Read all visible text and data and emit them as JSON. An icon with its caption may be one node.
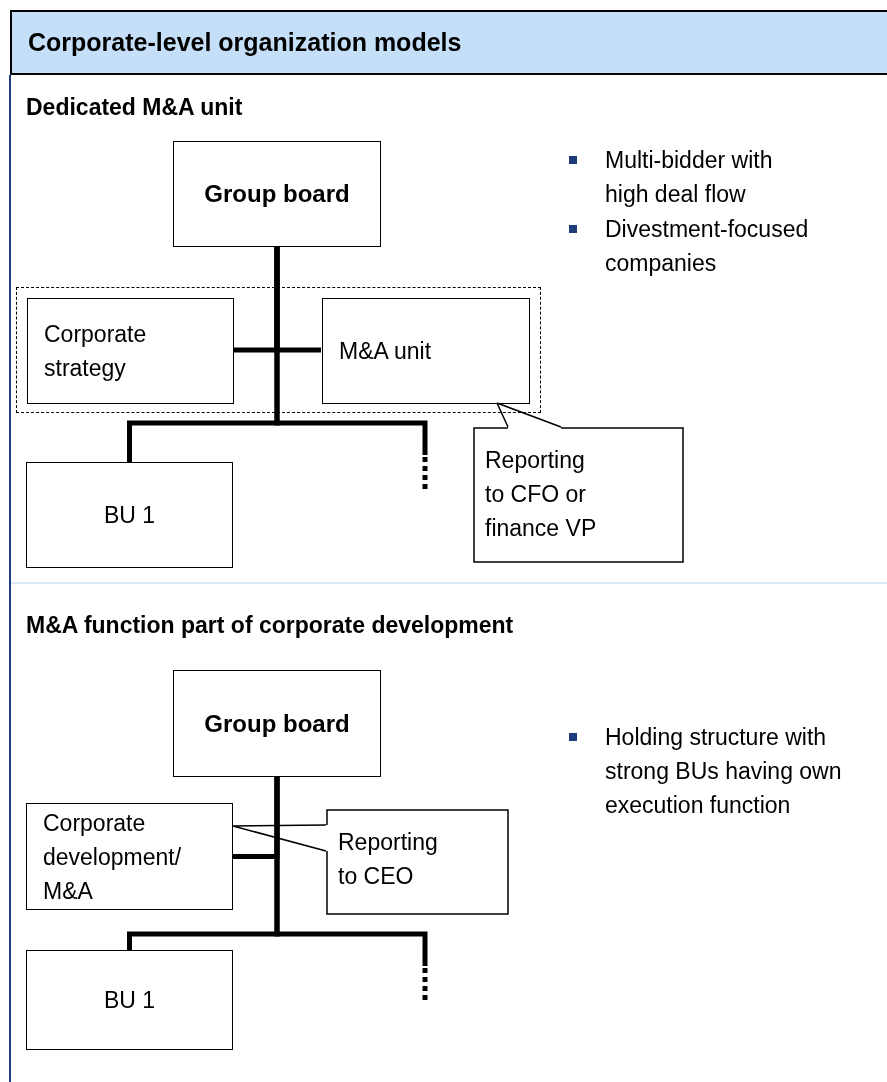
{
  "diagram": {
    "title": "Corporate-level organization models",
    "nodes": [
      {
        "text": [
          "Group board"
        ]
      },
      {
        "text": [],
        "shape": "box"
      },
      {
        "text": [
          "Corporate strategy"
        ],
        "in": 1
      },
      {
        "text": [
          "M&A unit"
        ],
        "in": 1
      },
      {
        "text": [
          "BU 1"
        ]
      },
      {
        "text": [
          "Reporting to CFO or finance VP"
        ]
      },
      {
        "text": [
          "Group board"
        ]
      },
      {
        "text": [
          "Corporate development/ M&A"
        ]
      },
      {
        "text": [
          "BU 1"
        ]
      },
      {
        "text": [
          "Reporting to CEO"
        ]
      }
    ],
    "edges": [
      {
        "from": 0,
        "to": 2,
        "arrow": "none"
      },
      {
        "from": 0,
        "to": 3,
        "arrow": "none"
      },
      {
        "from": 0,
        "to": 4,
        "arrow": "none"
      },
      {
        "from": 5,
        "to": 3,
        "arrow": "none"
      },
      {
        "from": 6,
        "to": 7,
        "arrow": "none"
      },
      {
        "from": 6,
        "to": 8,
        "arrow": "none"
      },
      {
        "from": 9,
        "to": 7,
        "arrow": "none"
      },
      {
        "from": 0,
        "to": null,
        "arrow": "none"
      },
      {
        "from": 6,
        "to": null,
        "arrow": "none"
      }
    ],
    "labels": [
      "Dedicated M&A unit",
      "Multi-bidder with high deal flow",
      "Divestment-focused companies",
      "M&A function part of corporate development",
      "Holding structure with strong BUs having own execution function"
    ]
  }
}
